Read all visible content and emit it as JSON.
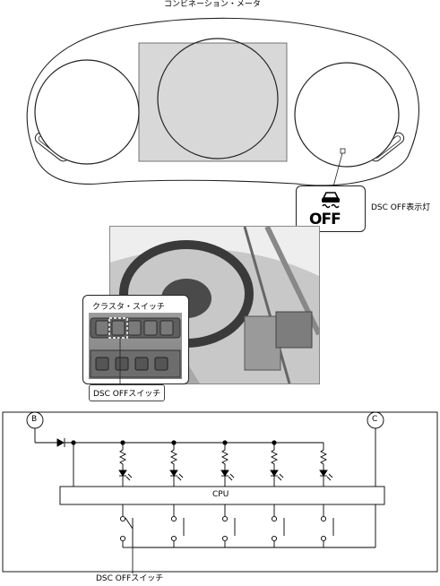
{
  "meter_title": "コンビネーション・メータ",
  "indicator_label": "DSC OFF表示灯",
  "indicator_text": "OFF",
  "cluster_switch_title": "クラスタ・スイッチ",
  "dsc_switch_callout": "DSC OFFスイッチ",
  "circuit": {
    "terminal_b": "B",
    "terminal_c": "C",
    "cpu_label": "CPU",
    "switch_label": "DSC OFFスイッチ"
  }
}
